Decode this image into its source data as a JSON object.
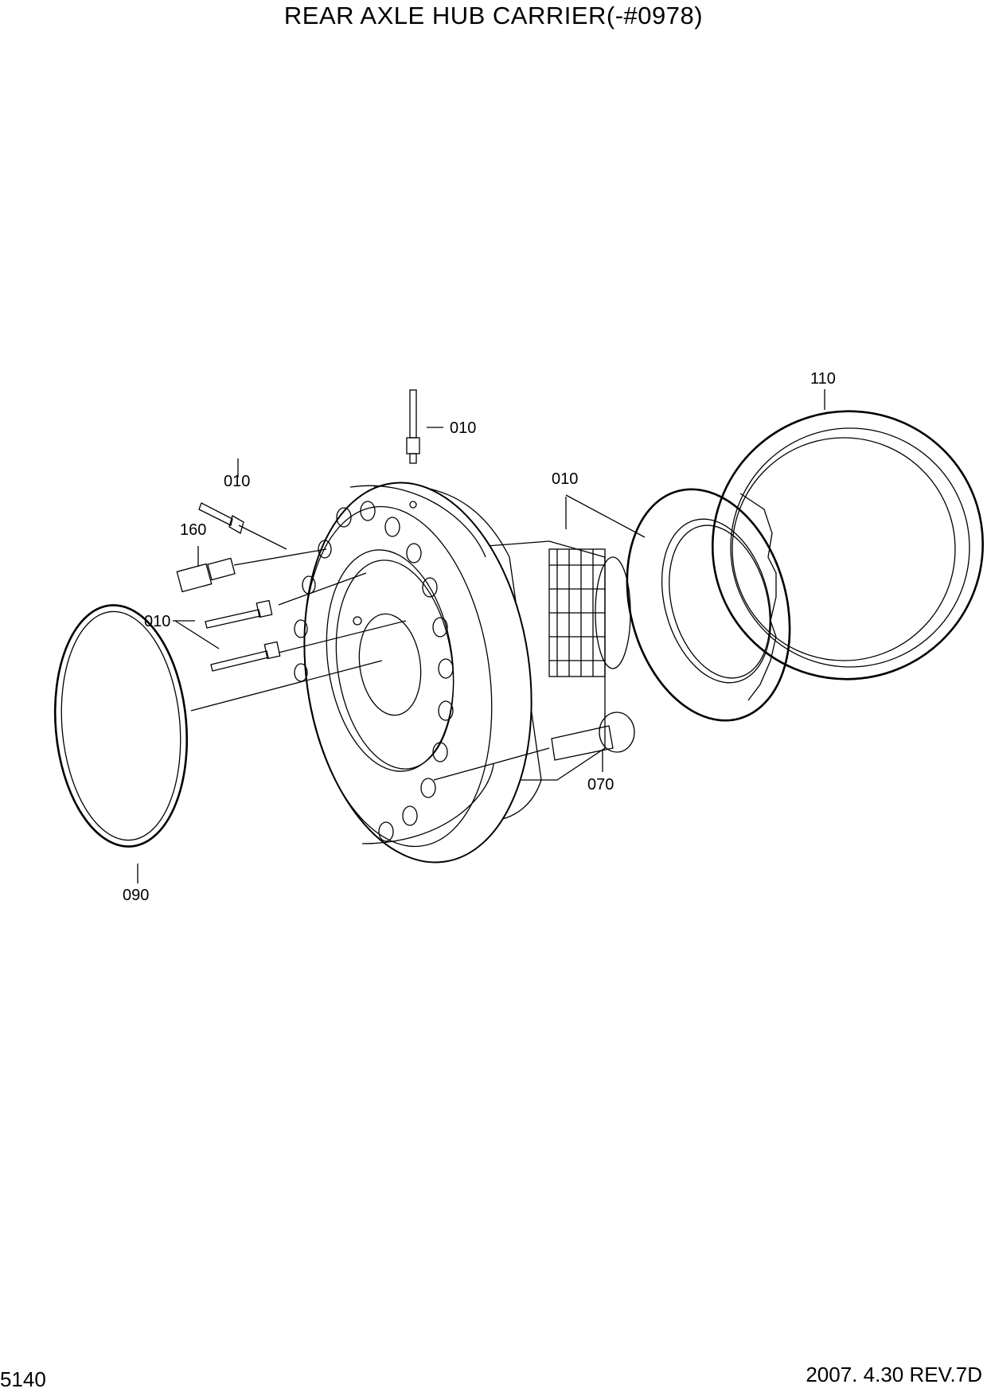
{
  "title": "REAR AXLE HUB CARRIER(-#0978)",
  "page_number": "5140",
  "revision": "2007. 4.30  REV.7D",
  "callouts": {
    "c010_top": "010",
    "c010_left_upper": "010",
    "c160": "160",
    "c010_left_lower": "010",
    "c010_center": "010",
    "c110": "110",
    "c070": "070",
    "c090": "090"
  }
}
